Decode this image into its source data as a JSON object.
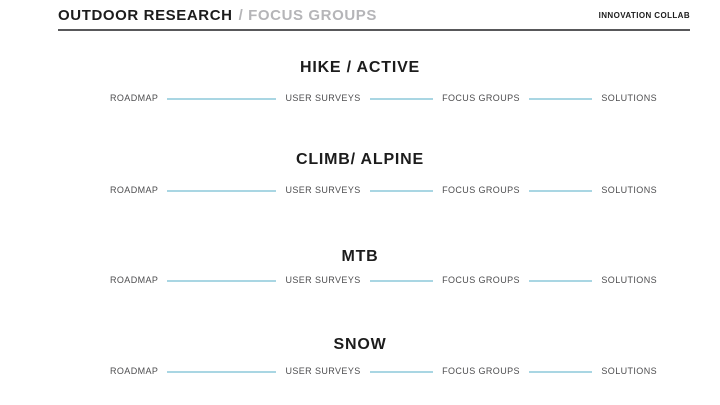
{
  "header": {
    "title_primary": "OUTDOOR RESEARCH",
    "title_secondary": "/ FOCUS GROUPS",
    "badge": "INNOVATION COLLAB"
  },
  "colors": {
    "accent_line": "#a9d6e3",
    "rule": "#58585a",
    "title": "#1c1c1c",
    "secondary_text": "#b5b5b8",
    "label_text": "#4d4d4f"
  },
  "sections": [
    {
      "title": "HIKE / ACTIVE",
      "steps": [
        "ROADMAP",
        "USER SURVEYS",
        "FOCUS GROUPS",
        "SOLUTIONS"
      ]
    },
    {
      "title": "CLIMB/ ALPINE",
      "steps": [
        "ROADMAP",
        "USER SURVEYS",
        "FOCUS GROUPS",
        "SOLUTIONS"
      ]
    },
    {
      "title": "MTB",
      "steps": [
        "ROADMAP",
        "USER SURVEYS",
        "FOCUS GROUPS",
        "SOLUTIONS"
      ]
    },
    {
      "title": "SNOW",
      "steps": [
        "ROADMAP",
        "USER SURVEYS",
        "FOCUS GROUPS",
        "SOLUTIONS"
      ]
    }
  ]
}
